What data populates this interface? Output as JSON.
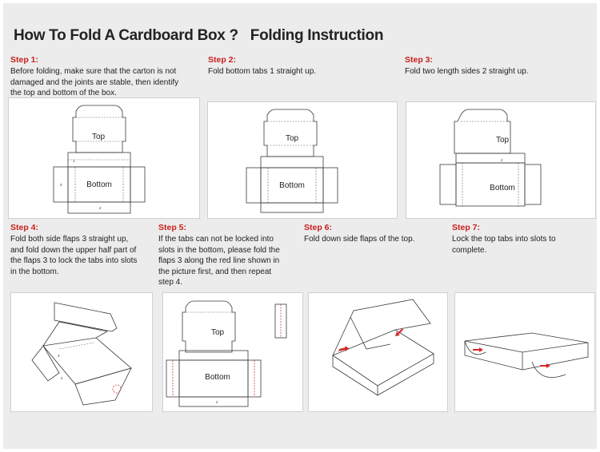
{
  "title": "How To Fold A Cardboard Box ?   Folding Instruction",
  "steps": [
    {
      "label": "Step 1:",
      "text": [
        "Before folding, make sure that the carton is not",
        "damaged and the joints are stable, then identify",
        "the top and bottom of the box."
      ]
    },
    {
      "label": "Step 2:",
      "text": [
        "Fold bottom tabs 1 straight up."
      ]
    },
    {
      "label": "Step 3:",
      "text": [
        "Fold two length sides 2 straight up."
      ]
    },
    {
      "label": "Step 4:",
      "text": [
        "Fold both side flaps 3 straight up,",
        "and fold down the upper half part of",
        "the flaps 3 to lock the tabs into slots",
        "in the bottom."
      ]
    },
    {
      "label": "Step 5:",
      "text": [
        "If the tabs can not be locked into",
        "slots in the bottom, please fold the",
        "flaps 3 along the red line shown in",
        "the picture first, and then repeat",
        "step 4."
      ]
    },
    {
      "label": "Step 6:",
      "text": [
        "Fold down side flaps of the top."
      ]
    },
    {
      "label": "Step 7:",
      "text": [
        "Lock the top tabs into slots to",
        "complete."
      ]
    }
  ],
  "diagram": {
    "top": "Top",
    "bottom": "Bottom",
    "n1": "1",
    "n2": "2",
    "n3": "3"
  },
  "colors": {
    "accent": "#c8201c",
    "background": "#ececec",
    "panel": "#ffffff"
  }
}
